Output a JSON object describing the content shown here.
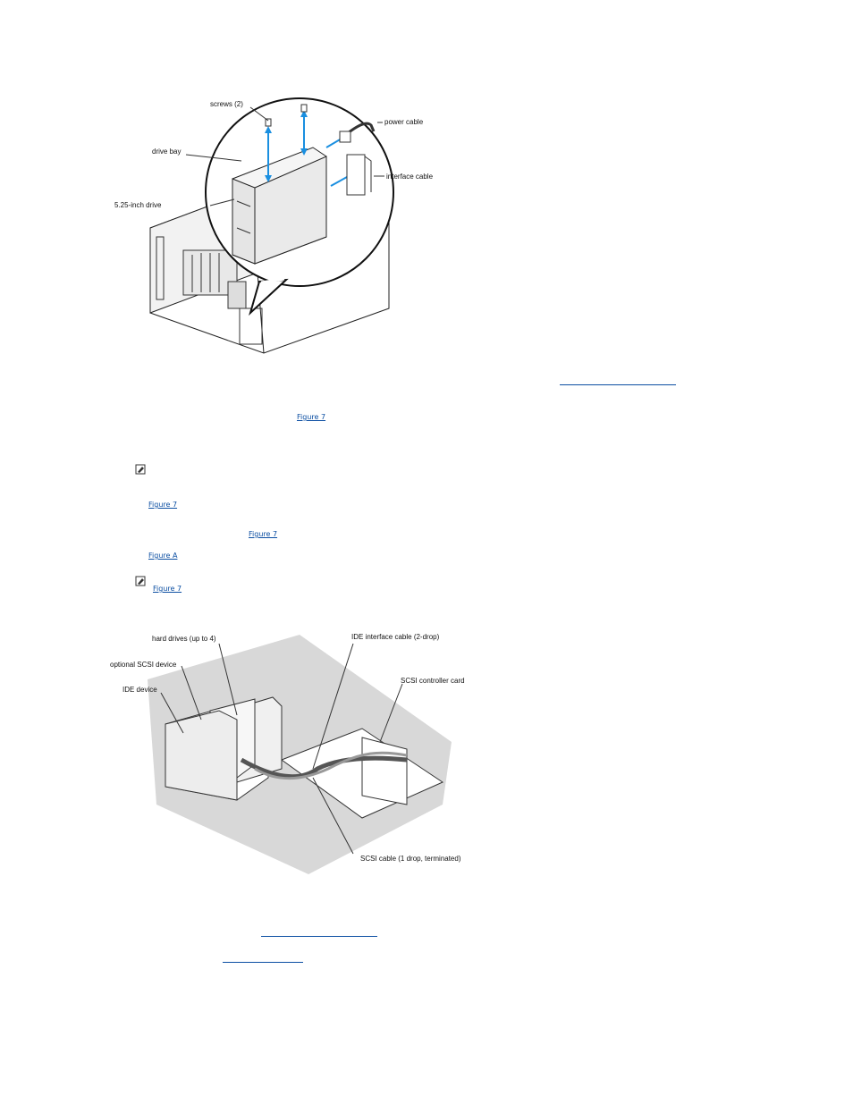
{
  "figure1": {
    "labels": {
      "screws": "screws (2)",
      "power_cable": "power cable",
      "drive_bay": "drive bay",
      "interface_cable": "interface cable",
      "drive": "5.25-inch drive"
    }
  },
  "links": {
    "fig7_a": "Figure 7",
    "fig7_b": "Figure 7",
    "fig7_c": "Figure 7",
    "figA": "Figure A",
    "fig7_d": "Figure 7"
  },
  "figure2": {
    "labels": {
      "hard_drives": "hard drives (up to 4)",
      "ide_cable": "IDE interface cable (2-drop)",
      "optional_scsi": "optional SCSI device",
      "scsi_card": "SCSI controller card",
      "ide_device": "IDE device",
      "scsi_cable": "SCSI cable (1 drop, terminated)"
    }
  },
  "icons": [
    "note-icon",
    "note-icon"
  ],
  "colors": {
    "link": "#0b4ea2",
    "arrow": "#1a8fe0",
    "shade": "#d8d8d8"
  }
}
